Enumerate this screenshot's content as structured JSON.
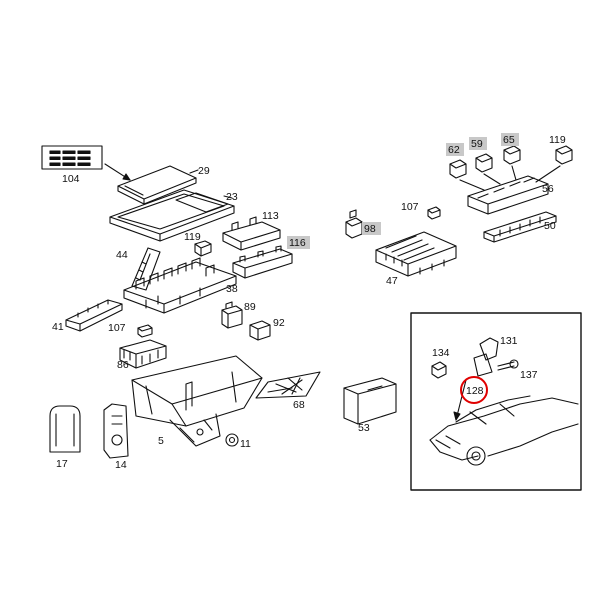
{
  "diagram": {
    "part_numbers": [
      "104",
      "29",
      "23",
      "113",
      "116",
      "119",
      "44",
      "38",
      "89",
      "92",
      "41",
      "107",
      "86",
      "68",
      "53",
      "17",
      "14",
      "5",
      "11",
      "62",
      "59",
      "65",
      "119",
      "56",
      "107",
      "98",
      "50",
      "47",
      "134",
      "131",
      "137",
      "128"
    ],
    "highlighted_parts": [
      "116",
      "98",
      "62",
      "59",
      "65"
    ],
    "circled_part": "128",
    "colors": {
      "line": "#111111",
      "highlight": "#c8c8c8",
      "circle": "#e00000"
    }
  }
}
